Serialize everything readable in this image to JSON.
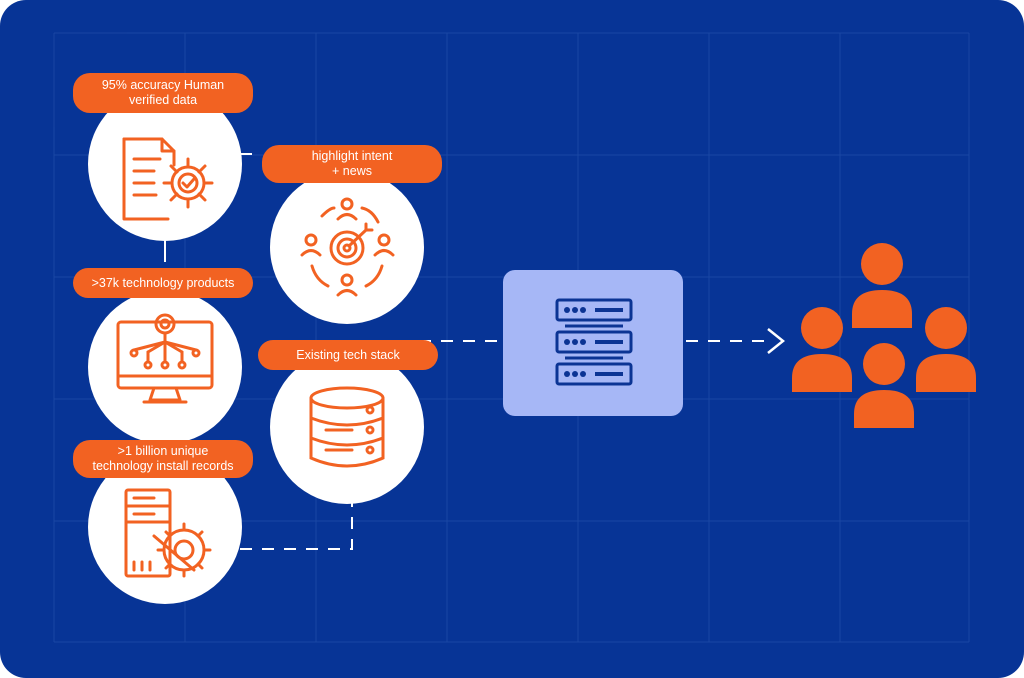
{
  "labels": {
    "human_verified": "95% accuracy Human\nverified data",
    "intent_news": "highlight intent\n+ news",
    "tech_products": ">37k technology products",
    "tech_stack": "Existing tech stack",
    "install_records": ">1 billion unique\ntechnology install records"
  },
  "icons": {
    "human_verified": "document-gear-check-icon",
    "intent_news": "target-audience-cycle-icon",
    "tech_products": "monitor-gear-network-icon",
    "tech_stack": "database-icon",
    "install_records": "server-wrench-gear-icon",
    "data_platform": "server-stack-icon",
    "audience": "people-group-icon"
  },
  "colors": {
    "background": "#073496",
    "accent": "#f26222",
    "platform_box": "#a6b7f6",
    "platform_icon": "#0b3494"
  }
}
